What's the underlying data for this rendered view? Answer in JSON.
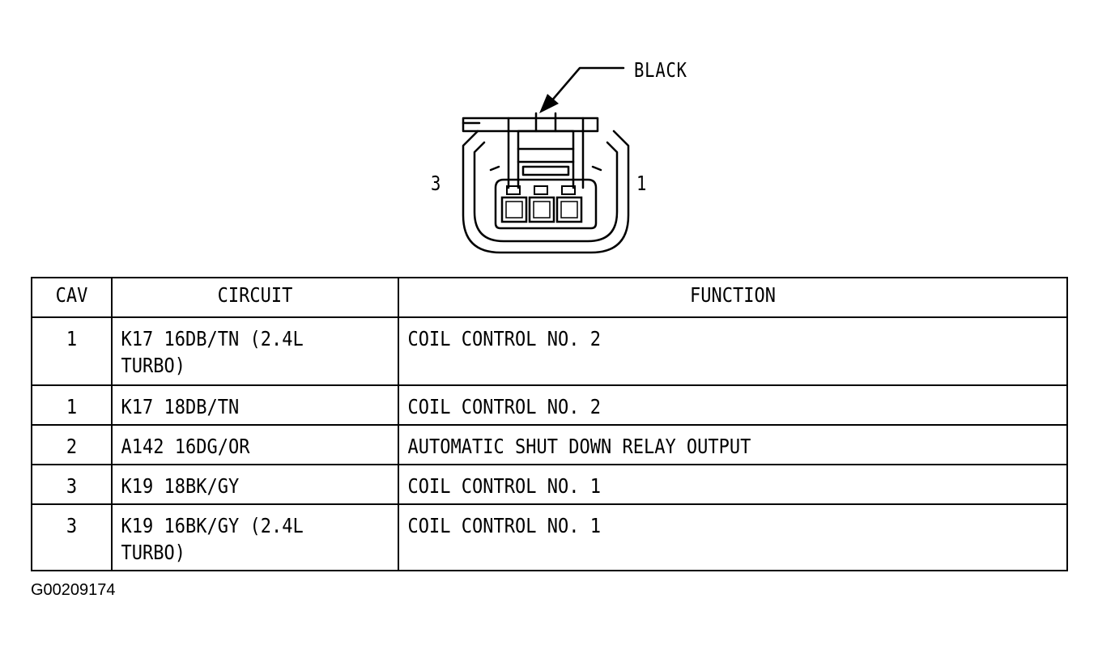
{
  "connector": {
    "color_label": "BLACK",
    "cavity_left_label": "3",
    "cavity_right_label": "1"
  },
  "table": {
    "headers": [
      "CAV",
      "CIRCUIT",
      "FUNCTION"
    ],
    "rows": [
      {
        "cav": "1",
        "circuit": "K17 16DB/TN (2.4L\nTURBO)",
        "function": "COIL CONTROL NO. 2"
      },
      {
        "cav": "1",
        "circuit": "K17 18DB/TN",
        "function": "COIL CONTROL NO. 2"
      },
      {
        "cav": "2",
        "circuit": "A142 16DG/OR",
        "function": "AUTOMATIC SHUT DOWN RELAY OUTPUT"
      },
      {
        "cav": "3",
        "circuit": "K19 18BK/GY",
        "function": "COIL CONTROL NO. 1"
      },
      {
        "cav": "3",
        "circuit": "K19 16BK/GY (2.4L\nTURBO)",
        "function": "COIL CONTROL NO. 1"
      }
    ]
  },
  "figure_id": "G00209174"
}
